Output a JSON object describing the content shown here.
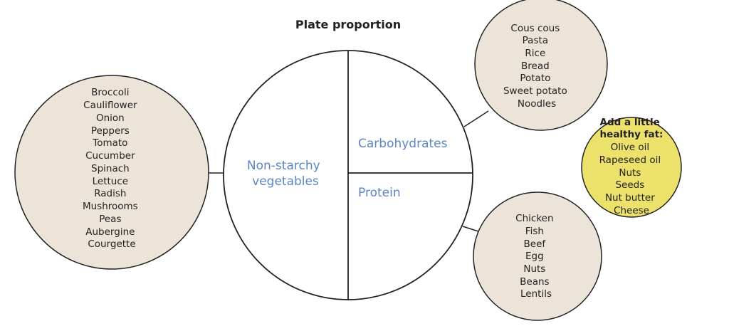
{
  "title": "Plate proportion",
  "colors": {
    "bubble_fill": "#ece4d8",
    "fat_fill": "#ebe16b",
    "label_color": "#5b86c2",
    "stroke": "#222222"
  },
  "plate": {
    "veg_label": [
      "Non-starchy",
      "vegetables"
    ],
    "carb_label": "Carbohydrates",
    "protein_label": "Protein"
  },
  "vegetables": [
    "Broccoli",
    "Cauliflower",
    "Onion",
    "Peppers",
    "Tomato",
    "Cucumber",
    "Spinach",
    "Lettuce",
    "Radish",
    "Mushrooms",
    "Peas",
    "Aubergine",
    "Courgette"
  ],
  "carbohydrates": [
    "Cous cous",
    "Pasta",
    "Rice",
    "Bread",
    "Potato",
    "Sweet potato",
    "Noodles"
  ],
  "protein": [
    "Chicken",
    "Fish",
    "Beef",
    "Egg",
    "Nuts",
    "Beans",
    "Lentils"
  ],
  "fats": {
    "heading": [
      "Add a little",
      "healthy fat:"
    ],
    "items": [
      "Olive oil",
      "Rapeseed oil",
      "Nuts",
      "Seeds",
      "Nut butter",
      "Cheese"
    ]
  }
}
